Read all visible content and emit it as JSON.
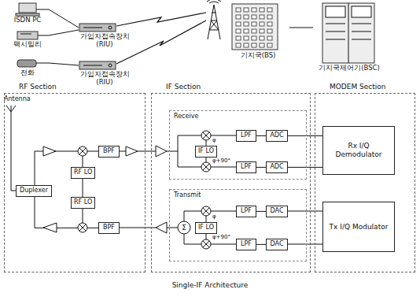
{
  "diagram": {
    "caption": "Single-IF Architecture",
    "nodes": [
      {
        "text": [
          "ISDN PC"
        ]
      },
      {
        "text": [
          "팩시밀리"
        ]
      },
      {
        "text": [
          "가입자접속장치 (RIU)"
        ]
      },
      {
        "text": [
          "전화"
        ]
      },
      {
        "text": [
          "가입자접속장치 (RIU)"
        ]
      },
      {
        "text": [
          "기지국(BS)"
        ]
      },
      {
        "text": [
          "기지국제어기(BSC)"
        ]
      },
      {
        "text": [
          "RF Section"
        ]
      },
      {
        "text": [
          "Duplexer"
        ],
        "in": 7
      },
      {
        "text": [
          "BPF"
        ],
        "in": 7
      },
      {
        "text": [
          "RF LO"
        ],
        "in": 7
      },
      {
        "text": [
          "RF LO"
        ],
        "in": 7
      },
      {
        "text": [
          "BPF"
        ],
        "in": 7
      },
      {
        "text": [
          "IF Section"
        ]
      },
      {
        "text": [
          "Receive"
        ],
        "in": 13
      },
      {
        "text": [
          "IF LO"
        ],
        "in": 14
      },
      {
        "text": [
          "LPF"
        ],
        "in": 14
      },
      {
        "text": [
          "ADC"
        ],
        "in": 14
      },
      {
        "text": [
          "LPF"
        ],
        "in": 14
      },
      {
        "text": [
          "ADC"
        ],
        "in": 14
      },
      {
        "text": [
          "Transmit"
        ],
        "in": 13
      },
      {
        "text": [
          "IF LO"
        ],
        "in": 20
      },
      {
        "text": [
          "LPF"
        ],
        "in": 20
      },
      {
        "text": [
          "DAC"
        ],
        "in": 20
      },
      {
        "text": [
          "LPF"
        ],
        "in": 20
      },
      {
        "text": [
          "DAC"
        ],
        "in": 20
      },
      {
        "text": [
          "MODEM Section"
        ]
      },
      {
        "text": [
          "Rx I/Q Demodulator"
        ],
        "in": 26
      },
      {
        "text": [
          "Tx I/Q Modulator"
        ],
        "in": 26
      }
    ],
    "edges": [
      {
        "from": 0,
        "to": 2,
        "arrow": "none"
      },
      {
        "from": 1,
        "to": 2,
        "arrow": "none"
      },
      {
        "from": 3,
        "to": 4,
        "arrow": "none"
      },
      {
        "from": 5,
        "to": 6,
        "arrow": "none"
      },
      {
        "from": 8,
        "to": 9,
        "arrow": "none"
      },
      {
        "from": 12,
        "to": 8,
        "arrow": "none"
      },
      {
        "from": 16,
        "to": 17,
        "arrow": "none"
      },
      {
        "from": 18,
        "to": 19,
        "arrow": "none"
      },
      {
        "from": 17,
        "to": 27,
        "arrow": "none"
      },
      {
        "from": 19,
        "to": 27,
        "arrow": "none"
      },
      {
        "from": 28,
        "to": 23,
        "arrow": "none"
      },
      {
        "from": 28,
        "to": 25,
        "arrow": "none"
      },
      {
        "from": 23,
        "to": 22,
        "arrow": "none"
      },
      {
        "from": 25,
        "to": 24,
        "arrow": "none"
      }
    ],
    "labels": [
      "Antenna",
      "φ",
      "φ+90°",
      "φ",
      "φ+90°",
      "Σ"
    ]
  }
}
